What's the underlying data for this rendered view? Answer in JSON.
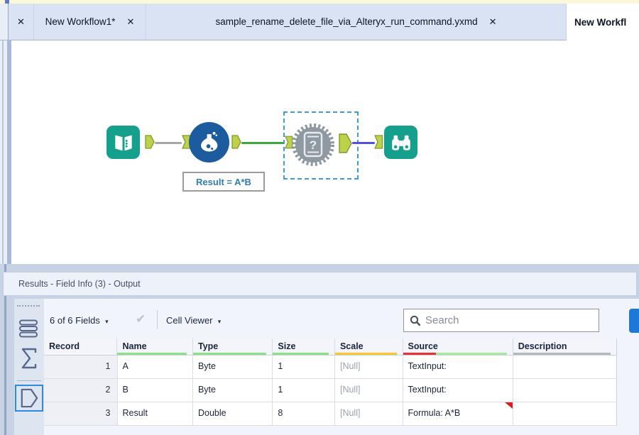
{
  "tab_bar": {
    "hidden_tab_close": "✕",
    "tabs": [
      {
        "label": "New Workflow1*",
        "close": "✕"
      },
      {
        "label": "sample_rename_delete_file_via_Alteryx_run_command.yxmd",
        "close": "✕"
      },
      {
        "label": "New Workfl"
      }
    ]
  },
  "canvas": {
    "tools": [
      {
        "name": "Text Input tool"
      },
      {
        "name": "Formula tool"
      },
      {
        "name": "Unknown macro tool"
      },
      {
        "name": "Browse tool"
      }
    ],
    "macro_question_mark": "?",
    "annotation_text": "Result = A*B"
  },
  "results_panel": {
    "title": "Results - Field Info (3) - Output",
    "toolbar": {
      "fields_dropdown_label": "6 of 6 Fields",
      "dropdown_caret": "▾",
      "apply_check_glyph": "✔",
      "cell_viewer_label": "Cell Viewer",
      "search_placeholder": "Search"
    },
    "table": {
      "columns": [
        "Record",
        "Name",
        "Type",
        "Size",
        "Scale",
        "Source",
        "Description"
      ],
      "rows": [
        {
          "record": "1",
          "name": "A",
          "type": "Byte",
          "size": "1",
          "scale": "[Null]",
          "source": "TextInput:",
          "description": ""
        },
        {
          "record": "2",
          "name": "B",
          "type": "Byte",
          "size": "1",
          "scale": "[Null]",
          "source": "TextInput:",
          "description": ""
        },
        {
          "record": "3",
          "name": "Result",
          "type": "Double",
          "size": "8",
          "scale": "[Null]",
          "source": "Formula: A*B",
          "description": ""
        }
      ]
    }
  },
  "colors": {
    "tool_teal": "#14a08d",
    "formula_blue": "#1c5b9d",
    "macro_gray": "#8e99a1",
    "anchor_green": "#bdd24a",
    "anchor_border": "#84992e",
    "wire_gray": "#a6a6a6",
    "wire_green": "#3aa83d",
    "wire_blue": "#5150d6",
    "selection_dash_blue": "#3d9be0",
    "annotation_text": "#2f7fa8",
    "underline_green": "#8ce08a",
    "underline_yellow": "#fdc62f",
    "underline_red": "#e63232",
    "underline_gray": "#b4b7bd",
    "search_button_blue": "#1e78d7",
    "cell_warning_red": "#e01b1b",
    "top_strip_yellow": "#fbf8da"
  }
}
